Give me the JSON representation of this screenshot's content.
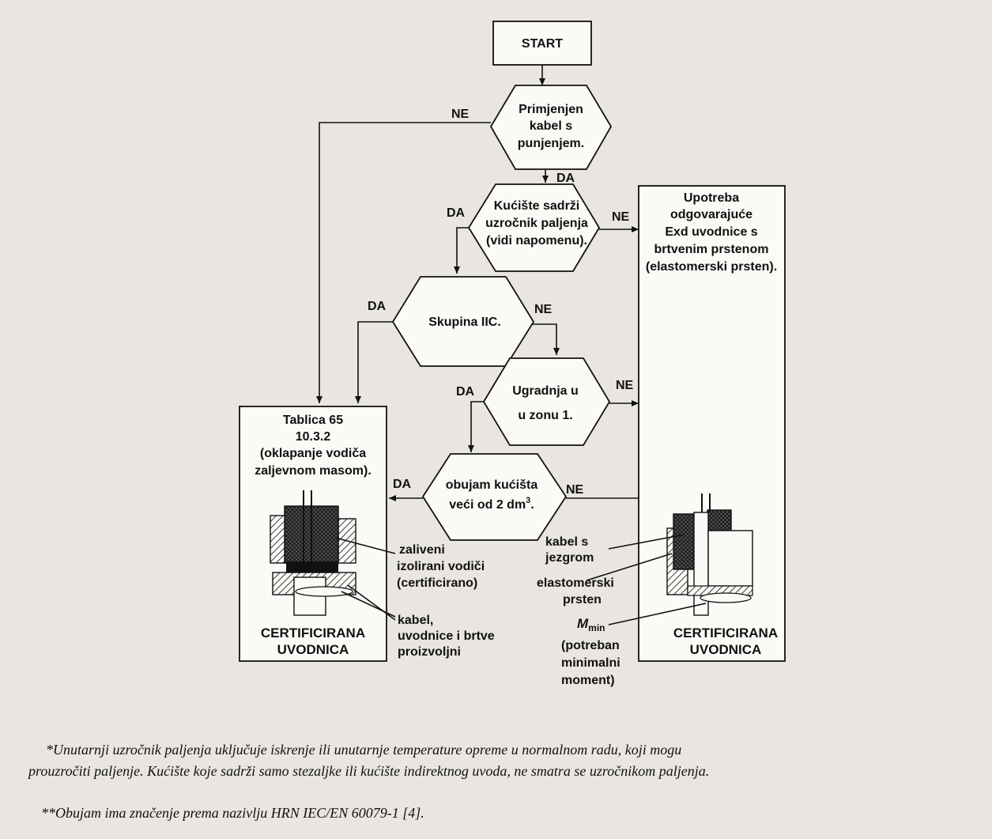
{
  "flowchart": {
    "start": "START",
    "decision1": [
      "Primjenjen",
      "kabel s",
      "punjenjem."
    ],
    "decision2": [
      "Kućište sadrži",
      "uzročnik paljenja",
      "(vidi napomenu)."
    ],
    "decision3": [
      "Skupina IIC."
    ],
    "decision4": [
      "Ugradnja u",
      "u zonu 1."
    ],
    "decision5": [
      "obujam kućišta",
      "veći od 2 dm",
      "3",
      "."
    ],
    "label_ne": "NE",
    "label_da": "DA",
    "box_left": [
      "Tablica 65",
      "10.3.2",
      "(oklapanje vodiča",
      "zaljevnom masom)."
    ],
    "box_right": [
      "Upotreba",
      "odgovarajuće",
      "Exd uvodnice s",
      "brtvenim prstenom",
      "(elastomerski prsten)."
    ],
    "left_callout_1": [
      "zaliveni",
      "izolirani vodiči",
      "(certificirano)"
    ],
    "left_callout_2": [
      "kabel,",
      "uvodnice i brtve",
      "proizvoljni"
    ],
    "left_caption": [
      "CERTIFICIRANA",
      "UVODNICA"
    ],
    "right_callout_1": [
      "kabel s",
      "jezgrom"
    ],
    "right_callout_2": [
      "elastomerski",
      "prsten"
    ],
    "right_callout_3": [
      "M",
      "min",
      "(potreban",
      "minimalni",
      "moment)"
    ],
    "right_caption": [
      "CERTIFICIRANA",
      "UVODNICA"
    ]
  },
  "footnotes": {
    "note1_line1": "*Unutarnji uzročnik paljenja uključuje iskrenje ili unutarnje temperature opreme u normalnom radu, koji mogu",
    "note1_line2": "prouzročiti paljenje. Kućište koje sadrži samo stezaljke ili kućište indirektnog uvoda, ne smatra se uzročnikom paljenja.",
    "note2": "**Obujam ima značenje prema nazivlju HRN IEC/EN 60079-1 [4]."
  }
}
